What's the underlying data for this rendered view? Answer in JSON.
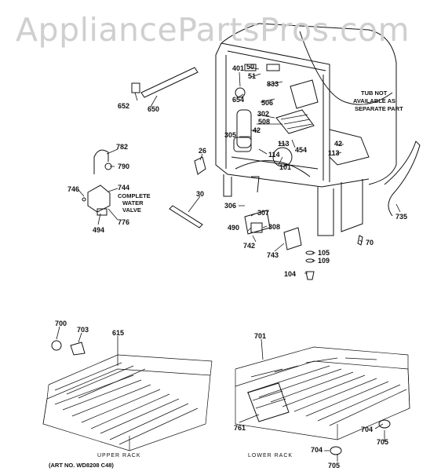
{
  "watermark": "AppliancePartsPros.com",
  "notes": {
    "tub": [
      "TUB NOT",
      "AVAILABLE AS",
      "SEPARATE PART"
    ],
    "valve": [
      "COMPLETE",
      "WATER",
      "VALVE"
    ]
  },
  "captions": {
    "upper_rack": "UPPER RACK",
    "lower_rack": "LOWER RACK",
    "art_no": "(ART NO. WD8208 C48)"
  },
  "part_labels": [
    "50",
    "51",
    "833",
    "401",
    "654",
    "506",
    "302",
    "508",
    "305",
    "42",
    "113",
    "454",
    "114",
    "101",
    "42",
    "113",
    "652",
    "650",
    "782",
    "790",
    "26",
    "746",
    "744",
    "494",
    "776",
    "30",
    "306",
    "307",
    "490",
    "308",
    "742",
    "743",
    "735",
    "70",
    "105",
    "109",
    "104",
    "700",
    "703",
    "615",
    "701",
    "761",
    "704",
    "705",
    "704",
    "705"
  ]
}
